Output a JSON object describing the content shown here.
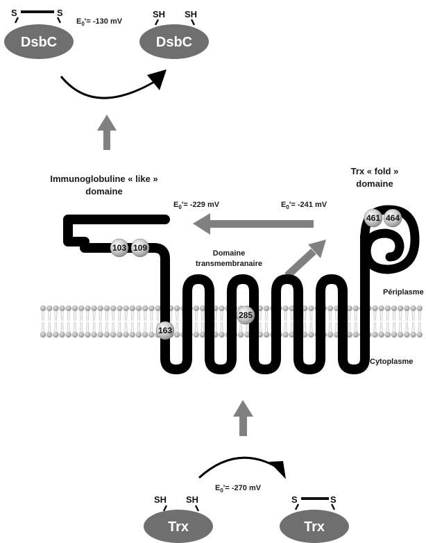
{
  "dsbc_oxidized": {
    "label": "DsbC",
    "sulfur_left": "S",
    "sulfur_right": "S"
  },
  "dsbc_reduced": {
    "label": "DsbC",
    "sh_left": "SH",
    "sh_right": "SH"
  },
  "potentials": {
    "dsbc": {
      "prefix": "E",
      "sub": "0",
      "value": "'= -130 mV"
    },
    "ig_domain": {
      "prefix": "E",
      "sub": "0",
      "value": "'= -229 mV"
    },
    "trx_fold": {
      "prefix": "E",
      "sub": "0",
      "value": "'= -241 mV"
    },
    "trx": {
      "prefix": "E",
      "sub": "0",
      "value": "'= -270 mV"
    }
  },
  "domains": {
    "immunoglobulin": {
      "line1": "Immunoglobuline « like »",
      "line2": "domaine"
    },
    "trx_fold": {
      "line1": "Trx « fold »",
      "line2": "domaine"
    },
    "transmembrane": {
      "line1": "Domaine",
      "line2": "transmembranaire"
    }
  },
  "compartments": {
    "periplasm": "Périplasme",
    "cytoplasm": "Cytoplasme"
  },
  "cysteines": {
    "c103": "103",
    "c109": "109",
    "c163": "163",
    "c285": "285",
    "c461": "461",
    "c464": "464"
  },
  "trx_reduced": {
    "label": "Trx",
    "sh_left": "SH",
    "sh_right": "SH"
  },
  "trx_oxidized": {
    "label": "Trx",
    "sulfur_left": "S",
    "sulfur_right": "S"
  },
  "colors": {
    "oval": "#6f6f6f",
    "arrow": "#808080",
    "protein": "#000000",
    "membrane_head": "#b8b8b8",
    "cysteine_ball": "#c8c8c8"
  }
}
